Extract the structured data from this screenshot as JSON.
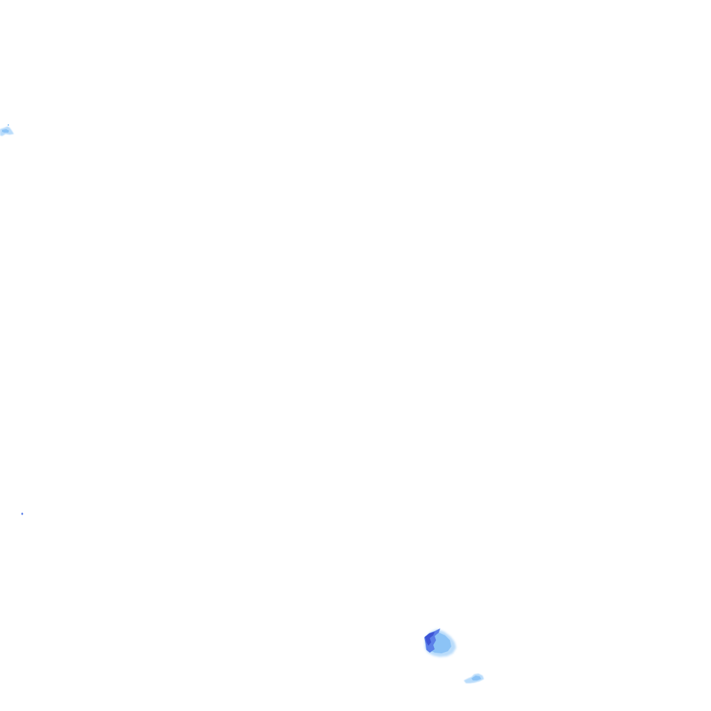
{
  "map": {
    "type": "precipitation-radar-overlay",
    "background_color": "#ffffff",
    "intensity_colors": {
      "light": "#b9dcfb",
      "moderate": "#8cc3f6",
      "heavy": "#5b7fe8",
      "very_heavy": "#3d55d6"
    },
    "echoes": [
      {
        "name": "echo-northwest-edge",
        "intensity": "light"
      },
      {
        "name": "echo-west-speck",
        "intensity": "heavy"
      },
      {
        "name": "echo-south-cell",
        "intensity": "heavy"
      },
      {
        "name": "echo-south-fragment",
        "intensity": "moderate"
      }
    ]
  }
}
